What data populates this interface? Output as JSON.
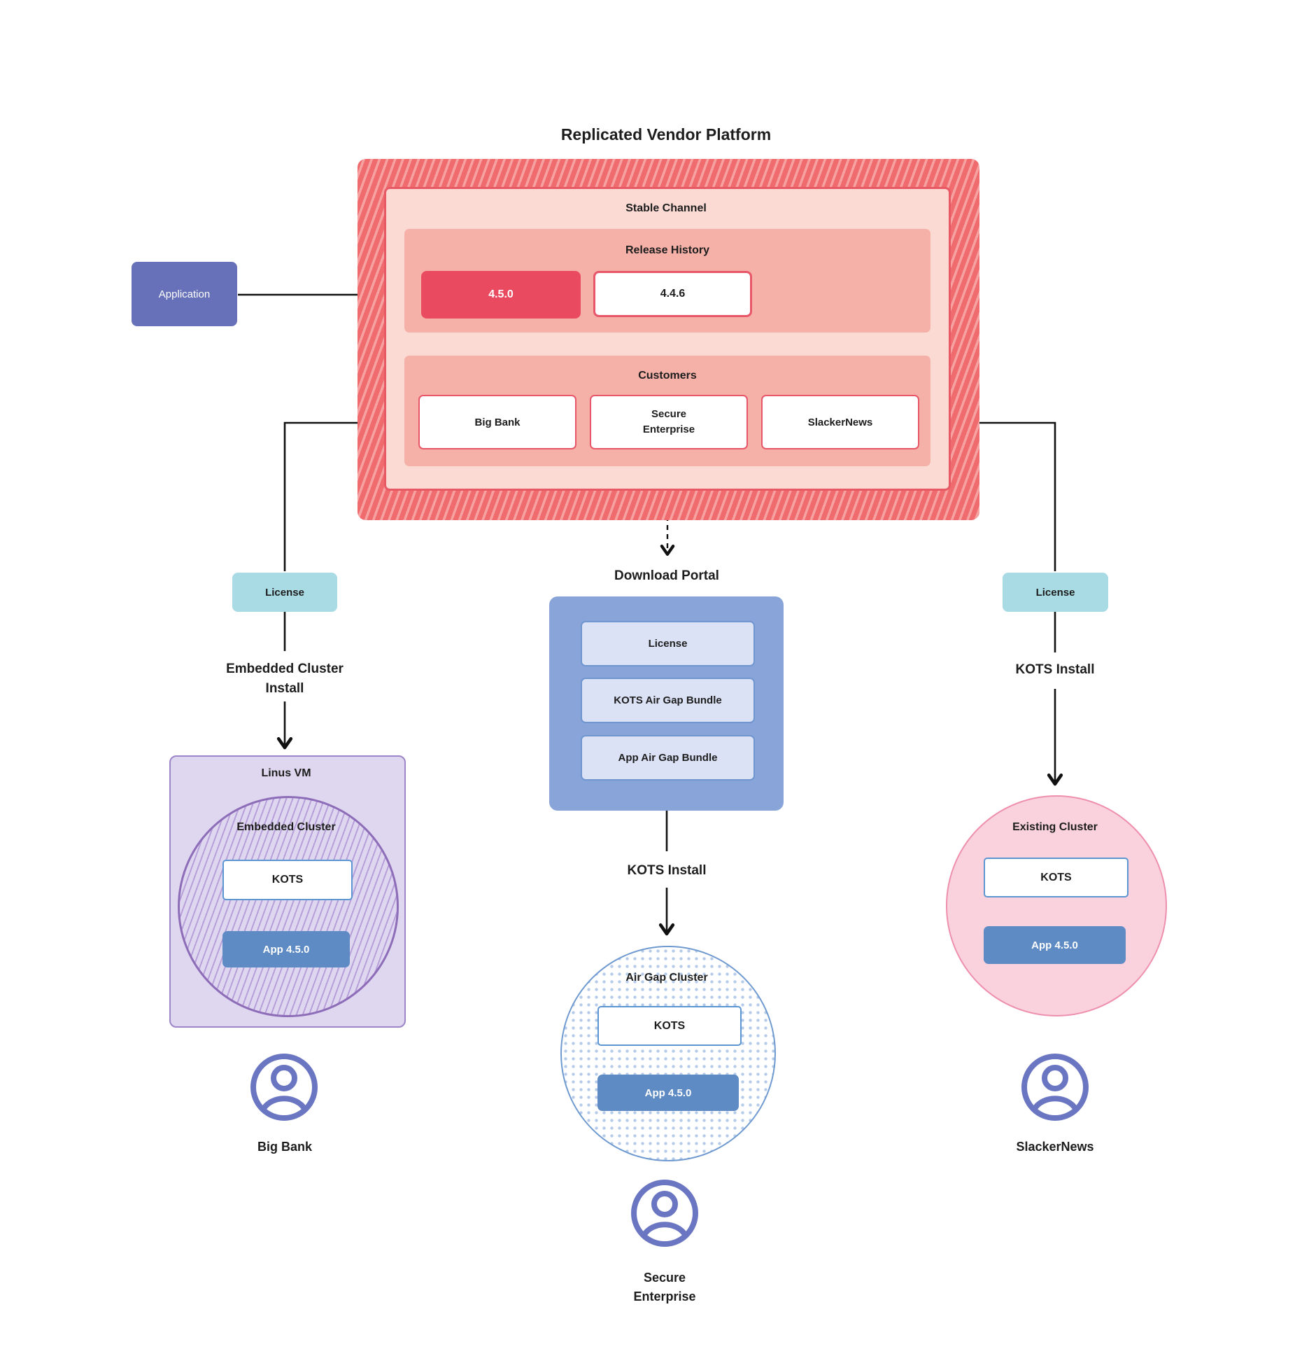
{
  "title": "Replicated Vendor Platform",
  "platform": {
    "stable_channel": {
      "label": "Stable Channel",
      "release_history": {
        "label": "Release History",
        "releases": [
          {
            "version": "4.5.0",
            "state": "current"
          },
          {
            "version": "4.4.6",
            "state": "previous"
          }
        ]
      },
      "customers": {
        "label": "Customers",
        "items": [
          {
            "name": "Big Bank"
          },
          {
            "name": "Secure Enterprise"
          },
          {
            "name": "SlackerNews"
          }
        ]
      }
    }
  },
  "application": {
    "label": "Application"
  },
  "flows": {
    "big_bank": {
      "license_label": "License",
      "install_label": "Embedded Cluster Install",
      "vm_label": "Linus VM",
      "cluster_label": "Embedded Cluster",
      "kots_label": "KOTS",
      "app_label": "App 4.5.0",
      "customer_label": "Big Bank"
    },
    "secure_enterprise": {
      "portal": {
        "label": "Download Portal",
        "items": [
          {
            "name": "License"
          },
          {
            "name": "KOTS Air Gap Bundle"
          },
          {
            "name": "App Air Gap Bundle"
          }
        ]
      },
      "install_label": "KOTS Install",
      "cluster_label": "Air Gap Cluster",
      "kots_label": "KOTS",
      "app_label": "App 4.5.0",
      "customer_label": "Secure Enterprise"
    },
    "slackernews": {
      "license_label": "License",
      "install_label": "KOTS Install",
      "cluster_label": "Existing Cluster",
      "kots_label": "KOTS",
      "app_label": "App 4.5.0",
      "customer_label": "SlackerNews"
    }
  },
  "icons": {
    "customer": "user-icon"
  },
  "colors": {
    "hatch_base": "#ef6b6e",
    "hatch_stripe": "#f5a2a1",
    "stable_bg": "#fbdad4",
    "stable_border": "#e75964",
    "salmon_bg": "#f5b0a7",
    "release_current_bg": "#e94a60",
    "red_border": "#e8566a",
    "application_bg": "#6671b9",
    "license_bg": "#a9dbe5",
    "portal_bg": "#88a4d9",
    "portal_item_bg": "#dbe2f6",
    "portal_item_border": "#6f96cf",
    "app_blue": "#5e8bc4",
    "kots_border": "#5b96d2",
    "vm_bg": "#ded7ef",
    "vm_border": "#9c85c8",
    "embedded_circle_border": "#8d6cb8",
    "dots_color": "#b5cbe9",
    "airgap_border": "#6f9ad0",
    "existing_bg": "#f9d2de",
    "existing_border": "#ef8fae",
    "user_icon": "#6b76c2",
    "line_color": "#111111"
  }
}
